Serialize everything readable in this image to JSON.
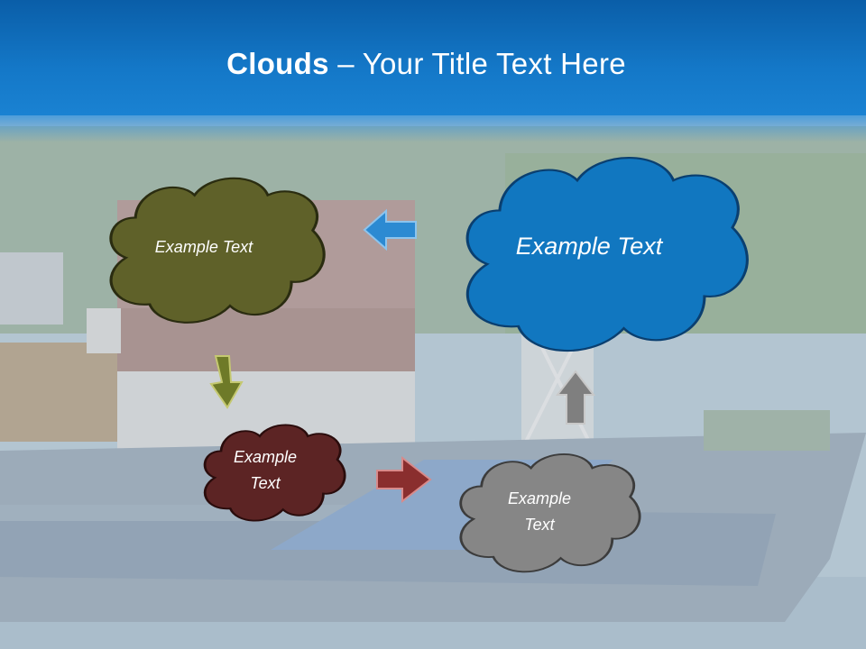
{
  "title": {
    "bold": "Clouds",
    "separator": " – ",
    "rest": "Your Title Text Here"
  },
  "clouds": [
    {
      "id": "olive",
      "text": "Example Text",
      "color": "#5f6129"
    },
    {
      "id": "blue",
      "text": "Example Text",
      "color": "#1177c0"
    },
    {
      "id": "maroon",
      "text": "Example\nText",
      "color": "#5c2424"
    },
    {
      "id": "gray",
      "text": "Example\nText",
      "color": "#868686"
    }
  ],
  "arrows": [
    {
      "id": "blue-left",
      "color": "#2c8ad2"
    },
    {
      "id": "olive-down",
      "color": "#6e7a28"
    },
    {
      "id": "maroon-right",
      "color": "#8a2e2e"
    },
    {
      "id": "gray-up",
      "color": "#7f7f7f"
    }
  ]
}
